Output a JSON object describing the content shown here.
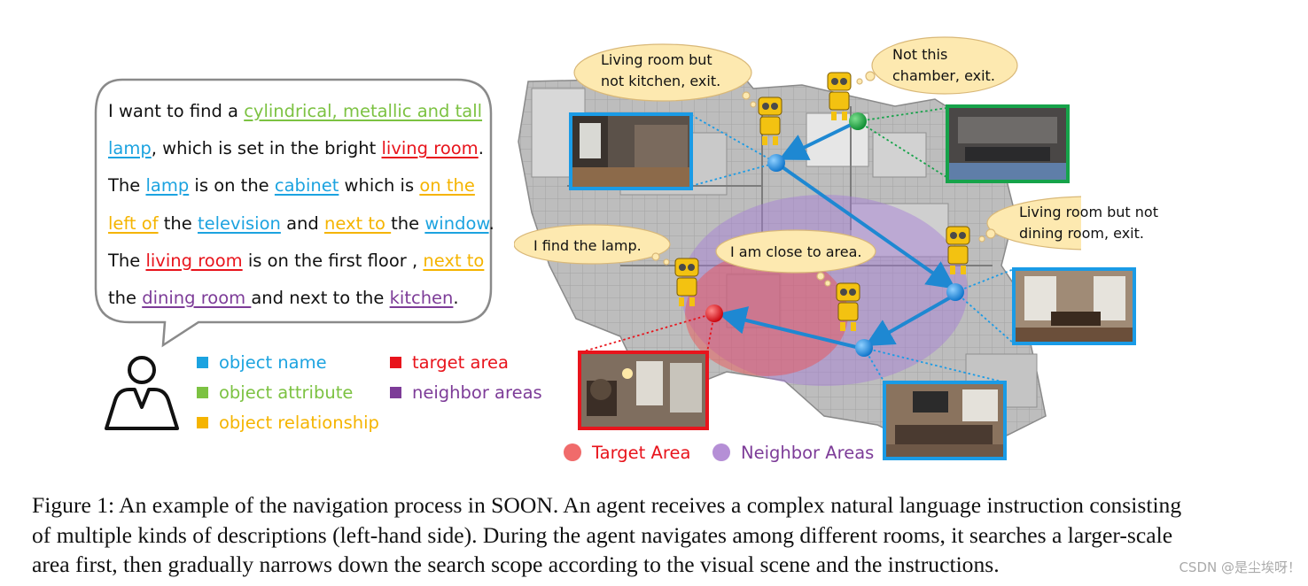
{
  "instruction": {
    "line1": {
      "pre": "I want to find a ",
      "attr": "cylindrical, metallic and tall"
    },
    "line2": {
      "obj": "lamp",
      "mid": ", which is set in the bright ",
      "target": "living room",
      "post": "."
    },
    "line3": {
      "pre": "The ",
      "obj1": "lamp",
      "mid1": " is on the ",
      "obj2": "cabinet",
      "mid2": " which is ",
      "rel": "on the"
    },
    "line4": {
      "rel1": "left of",
      "mid1": " the ",
      "obj1": "television",
      "mid2": " and ",
      "rel2": "next to ",
      "mid3": "the ",
      "obj2": "window",
      "post": "."
    },
    "line5": {
      "pre": "The ",
      "target": "living room",
      "mid": " is on the first floor , ",
      "rel": "next to"
    },
    "line6": {
      "pre": "the ",
      "nbr1": "dining room ",
      "mid": "and next to the ",
      "nbr2": "kitchen",
      "post": "."
    }
  },
  "legend": {
    "object_name": "object name",
    "object_attribute": "object attribute",
    "object_relationship": "object relationship",
    "target_area": "target area",
    "neighbor_areas": "neighbor areas"
  },
  "colors": {
    "object_name": "#1ca3e0",
    "object_attribute": "#7cc242",
    "object_relationship": "#f5b400",
    "target_area": "#e8141c",
    "neighbor_areas": "#7d3c98",
    "path_arrow": "#1e88d2",
    "frame_blue": "#1a9be6",
    "frame_green": "#16a34a",
    "frame_red": "#e8141c",
    "cloud": "#fde9b0"
  },
  "clouds": {
    "kitchen": {
      "line1": "Living room but",
      "line2": "not kitchen, exit."
    },
    "chamber": {
      "line1": "Not this",
      "line2": "chamber, exit."
    },
    "dining": {
      "line1": "Living room but not",
      "line2": "dining room, exit."
    },
    "found": {
      "line1": "I find the lamp."
    },
    "close": {
      "line1": "I am close to area."
    }
  },
  "area_legend": {
    "target": "Target Area",
    "neighbor": "Neighbor Areas",
    "target_color": "#f06b6b",
    "neighbor_color": "#b58fd6"
  },
  "caption": {
    "line1": "Figure 1: An example of the navigation process in SOON. An agent receives a complex natural language instruction consisting",
    "line2": "of multiple kinds of descriptions (left-hand side). During the agent navigates among different rooms, it searches a larger-scale",
    "line3": "area first, then gradually narrows down the search scope according to the visual scene and the instructions."
  },
  "watermark": "CSDN @是尘埃呀！"
}
